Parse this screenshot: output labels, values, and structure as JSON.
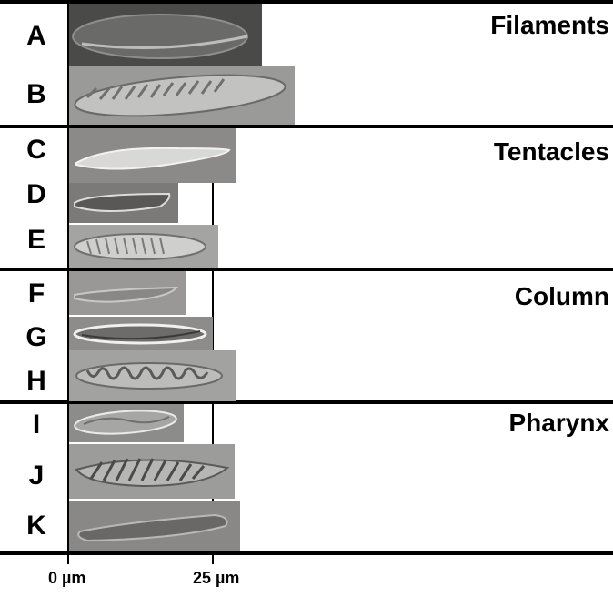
{
  "sections": [
    {
      "title": "Filaments",
      "panels": [
        "A",
        "B"
      ]
    },
    {
      "title": "Tentacles",
      "panels": [
        "C",
        "D",
        "E"
      ]
    },
    {
      "title": "Column",
      "panels": [
        "F",
        "G",
        "H"
      ]
    },
    {
      "title": "Pharynx",
      "panels": [
        "I",
        "J",
        "K"
      ]
    }
  ],
  "scale": {
    "zero_label": "0 µm",
    "mark_label": "25 µm"
  },
  "colors": {
    "divider": "#000000",
    "micrograph_background": "#8a8a88",
    "capsule_highlight": "#e8e8e6"
  }
}
